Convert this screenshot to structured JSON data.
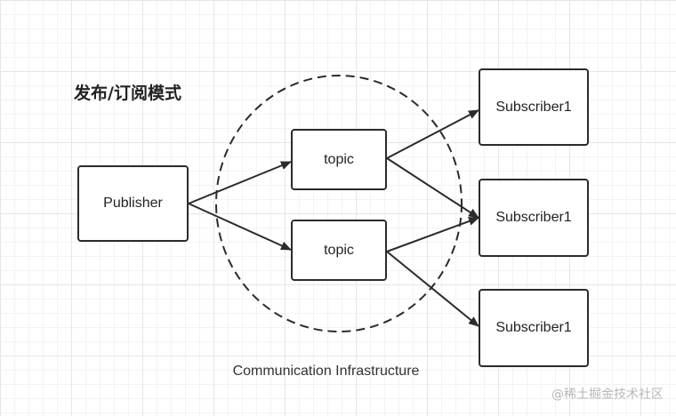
{
  "title": "发布/订阅模式",
  "nodes": {
    "publisher": "Publisher",
    "topic1": "topic",
    "topic2": "topic",
    "subscriber1": "Subscriber1",
    "subscriber2": "Subscriber1",
    "subscriber3": "Subscriber1"
  },
  "caption": "Communication Infrastructure",
  "watermark": "@稀土掘金技术社区"
}
